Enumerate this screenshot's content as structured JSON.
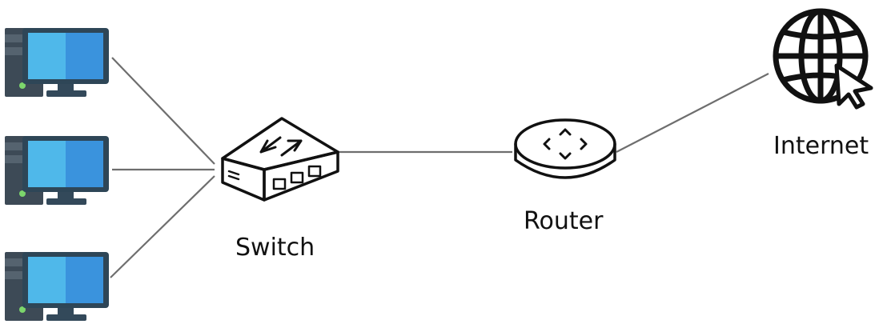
{
  "labels": {
    "switch": "Switch",
    "router": "Router",
    "internet": "Internet"
  },
  "icons": {
    "computer": "desktop-computer-icon",
    "switch": "network-switch-icon",
    "router": "router-icon",
    "internet": "globe-cursor-icon"
  },
  "colors": {
    "link_line": "#6e6e6e",
    "tower_dark": "#3d4a56",
    "tower_mid": "#4f5c68",
    "monitor_frame": "#2e4657",
    "screen_left": "#4fb8ea",
    "screen_right": "#3a93dd",
    "power_led": "#7cd66c",
    "outline": "#111111"
  }
}
